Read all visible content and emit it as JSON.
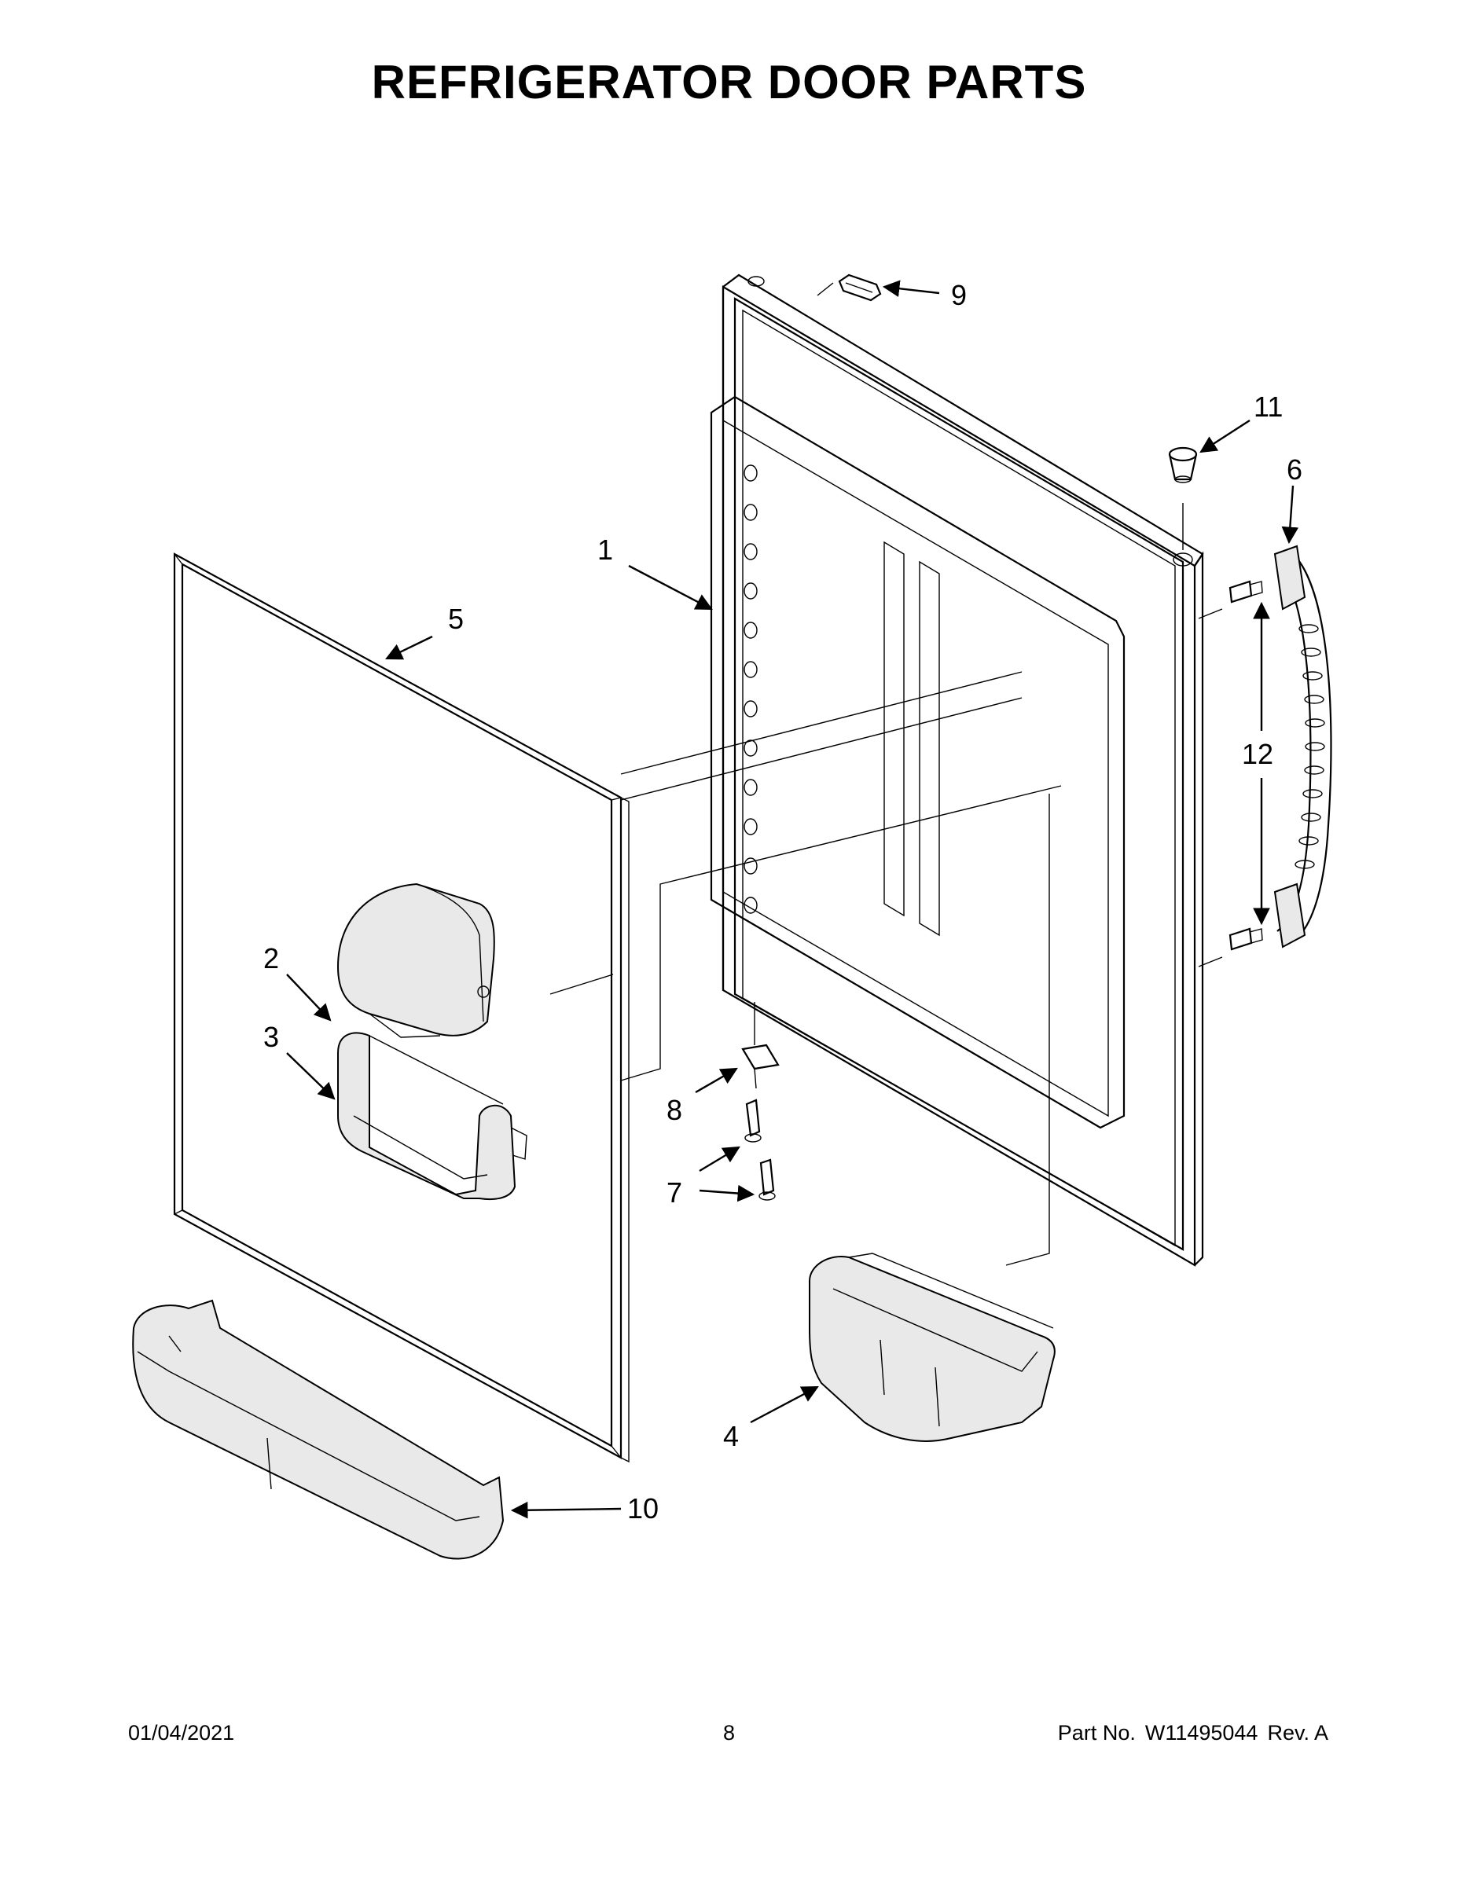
{
  "title": "REFRIGERATOR DOOR PARTS",
  "callouts": {
    "c1": "1",
    "c2": "2",
    "c3": "3",
    "c4": "4",
    "c5": "5",
    "c6": "6",
    "c7": "7",
    "c8": "8",
    "c9": "9",
    "c10": "10",
    "c11": "11",
    "c12": "12"
  },
  "footer": {
    "date": "01/04/2021",
    "page": "8",
    "part_label": "Part No.",
    "part_number": "W11495044",
    "revision": "Rev.  A"
  }
}
